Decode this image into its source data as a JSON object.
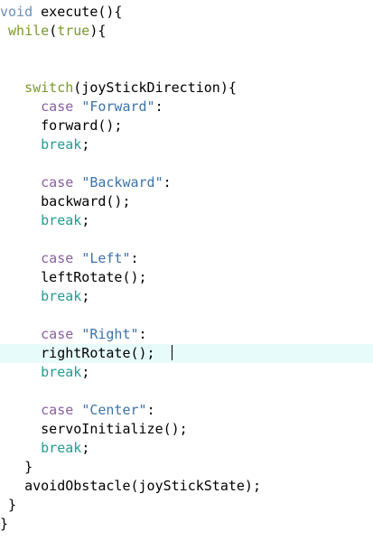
{
  "editor": {
    "colors": {
      "keyword_blue": "#6c8fb8",
      "keyword_green": "#7a9a2b",
      "keyword_purple": "#8b5ea6",
      "keyword_teal": "#1f9c96",
      "string": "#3c73a8",
      "current_line_bg": "#e8fbfb"
    },
    "lines": [
      {
        "tokens": [
          {
            "t": "void",
            "c": "kw-blue"
          },
          {
            "t": " execute(){",
            "c": "plain"
          }
        ]
      },
      {
        "tokens": [
          {
            "t": " ",
            "c": "plain"
          },
          {
            "t": "while",
            "c": "kw-green"
          },
          {
            "t": "(",
            "c": "plain"
          },
          {
            "t": "true",
            "c": "kw-green"
          },
          {
            "t": "){",
            "c": "plain"
          }
        ]
      },
      {
        "tokens": []
      },
      {
        "tokens": []
      },
      {
        "tokens": [
          {
            "t": "   ",
            "c": "plain"
          },
          {
            "t": "switch",
            "c": "kw-green"
          },
          {
            "t": "(joyStickDirection){",
            "c": "plain"
          }
        ]
      },
      {
        "tokens": [
          {
            "t": "     ",
            "c": "plain"
          },
          {
            "t": "case",
            "c": "kw-purple"
          },
          {
            "t": " ",
            "c": "plain"
          },
          {
            "t": "\"Forward\"",
            "c": "str"
          },
          {
            "t": ":",
            "c": "plain"
          }
        ]
      },
      {
        "tokens": [
          {
            "t": "     forward();",
            "c": "plain"
          }
        ]
      },
      {
        "tokens": [
          {
            "t": "     ",
            "c": "plain"
          },
          {
            "t": "break",
            "c": "kw-teal"
          },
          {
            "t": ";",
            "c": "plain"
          }
        ]
      },
      {
        "tokens": []
      },
      {
        "tokens": [
          {
            "t": "     ",
            "c": "plain"
          },
          {
            "t": "case",
            "c": "kw-purple"
          },
          {
            "t": " ",
            "c": "plain"
          },
          {
            "t": "\"Backward\"",
            "c": "str"
          },
          {
            "t": ":",
            "c": "plain"
          }
        ]
      },
      {
        "tokens": [
          {
            "t": "     backward();",
            "c": "plain"
          }
        ]
      },
      {
        "tokens": [
          {
            "t": "     ",
            "c": "plain"
          },
          {
            "t": "break",
            "c": "kw-teal"
          },
          {
            "t": ";",
            "c": "plain"
          }
        ]
      },
      {
        "tokens": []
      },
      {
        "tokens": [
          {
            "t": "     ",
            "c": "plain"
          },
          {
            "t": "case",
            "c": "kw-purple"
          },
          {
            "t": " ",
            "c": "plain"
          },
          {
            "t": "\"Left\"",
            "c": "str"
          },
          {
            "t": ":",
            "c": "plain"
          }
        ]
      },
      {
        "tokens": [
          {
            "t": "     leftRotate();",
            "c": "plain"
          }
        ]
      },
      {
        "tokens": [
          {
            "t": "     ",
            "c": "plain"
          },
          {
            "t": "break",
            "c": "kw-teal"
          },
          {
            "t": ";",
            "c": "plain"
          }
        ]
      },
      {
        "tokens": []
      },
      {
        "tokens": [
          {
            "t": "     ",
            "c": "plain"
          },
          {
            "t": "case",
            "c": "kw-purple"
          },
          {
            "t": " ",
            "c": "plain"
          },
          {
            "t": "\"Right\"",
            "c": "str"
          },
          {
            "t": ":",
            "c": "plain"
          }
        ]
      },
      {
        "tokens": [
          {
            "t": "     rightRotate();  ",
            "c": "plain"
          }
        ],
        "current": true,
        "cursor": true
      },
      {
        "tokens": [
          {
            "t": "     ",
            "c": "plain"
          },
          {
            "t": "break",
            "c": "kw-teal"
          },
          {
            "t": ";",
            "c": "plain"
          }
        ]
      },
      {
        "tokens": []
      },
      {
        "tokens": [
          {
            "t": "     ",
            "c": "plain"
          },
          {
            "t": "case",
            "c": "kw-purple"
          },
          {
            "t": " ",
            "c": "plain"
          },
          {
            "t": "\"Center\"",
            "c": "str"
          },
          {
            "t": ":",
            "c": "plain"
          }
        ]
      },
      {
        "tokens": [
          {
            "t": "     servoInitialize();",
            "c": "plain"
          }
        ]
      },
      {
        "tokens": [
          {
            "t": "     ",
            "c": "plain"
          },
          {
            "t": "break",
            "c": "kw-teal"
          },
          {
            "t": ";",
            "c": "plain"
          }
        ]
      },
      {
        "tokens": [
          {
            "t": "   }",
            "c": "plain"
          }
        ]
      },
      {
        "tokens": [
          {
            "t": "   avoidObstacle(joyStickState);",
            "c": "plain"
          }
        ]
      },
      {
        "tokens": [
          {
            "t": " }",
            "c": "plain"
          }
        ]
      },
      {
        "tokens": [
          {
            "t": "}",
            "c": "plain"
          }
        ]
      }
    ]
  }
}
